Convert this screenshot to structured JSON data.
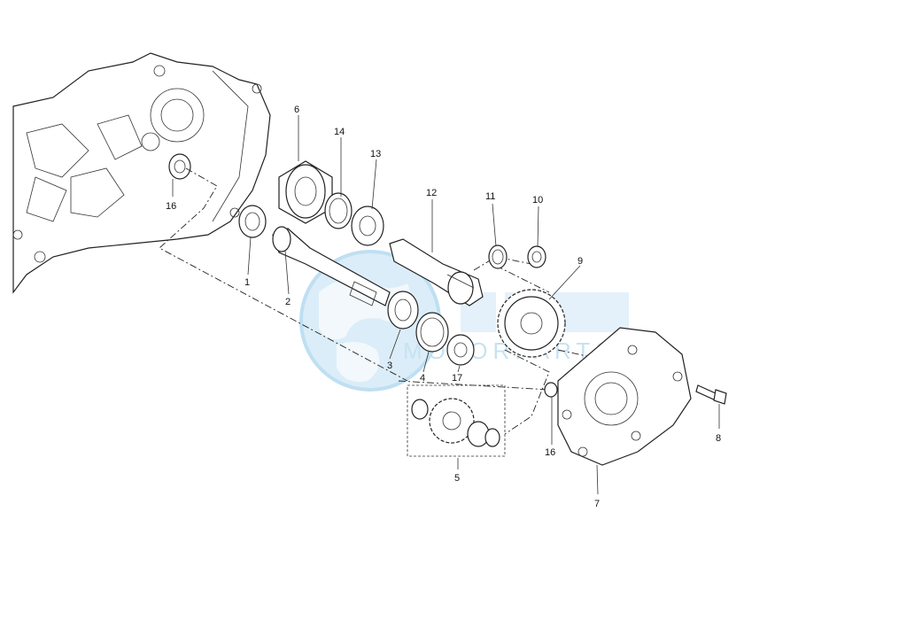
{
  "watermark": {
    "text": "MOTORPARTS",
    "color": "#4da6e0"
  },
  "labels": {
    "p1": "1",
    "p2": "2",
    "p3": "3",
    "p4": "4",
    "p5": "5",
    "p6": "6",
    "p7": "7",
    "p8": "8",
    "p9": "9",
    "p10": "10",
    "p11": "11",
    "p12": "12",
    "p13": "13",
    "p14": "14",
    "p16a": "16",
    "p16b": "16",
    "p17": "17"
  }
}
